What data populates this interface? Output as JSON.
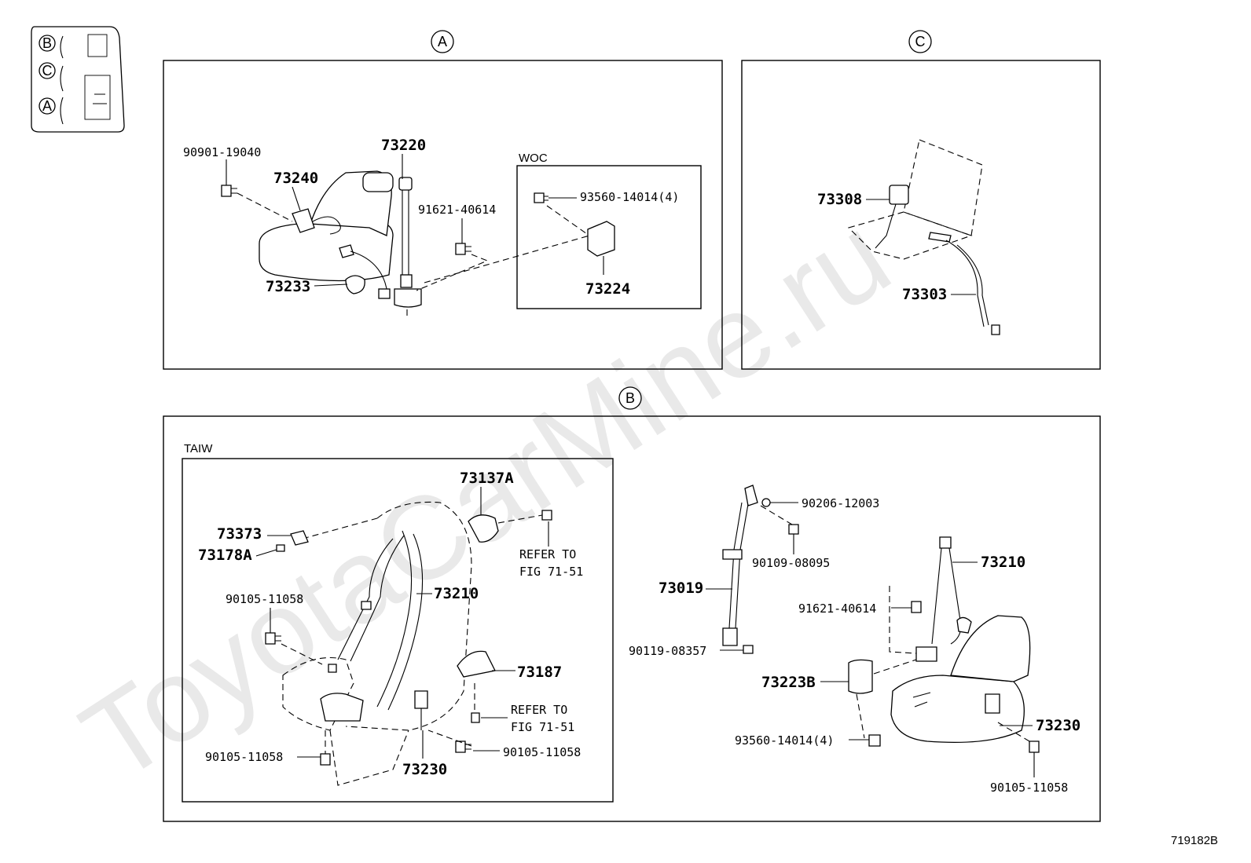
{
  "watermark": "ToyotaCarMine.ru",
  "figure_code": "719182B",
  "locator": {
    "items": [
      "B",
      "C",
      "A"
    ]
  },
  "views": [
    {
      "id": "A",
      "letter": "A"
    },
    {
      "id": "C",
      "letter": "C"
    },
    {
      "id": "B",
      "letter": "B"
    }
  ],
  "subpanels": {
    "woc": "WOC",
    "taiw": "TAIW"
  },
  "callouts": {
    "a_90901_19040": "90901-19040",
    "a_73240": "73240",
    "a_73220": "73220",
    "a_91621_40614": "91621-40614",
    "a_73233": "73233",
    "a_93560_14014": "93560-14014(4)",
    "a_73224": "73224",
    "c_73308": "73308",
    "c_73303": "73303",
    "b_73137a": "73137A",
    "b_73373": "73373",
    "b_73178a": "73178A",
    "b_90105_11058_a": "90105-11058",
    "b_73210_a": "73210",
    "b_73187": "73187",
    "b_refer_1a": "REFER TO",
    "b_refer_1b": "FIG 71-51",
    "b_refer_2a": "REFER TO",
    "b_refer_2b": "FIG 71-51",
    "b_90105_11058_b": "90105-11058",
    "b_73230_a": "73230",
    "b_90105_11058_c": "90105-11058",
    "b_90206_12003": "90206-12003",
    "b_90109_08095": "90109-08095",
    "b_73019": "73019",
    "b_90119_08357": "90119-08357",
    "b_73210_b": "73210",
    "b_91621_40614": "91621-40614",
    "b_73223b": "73223B",
    "b_93560_14014": "93560-14014(4)",
    "b_73230_b": "73230",
    "b_90105_11058_d": "90105-11058"
  }
}
